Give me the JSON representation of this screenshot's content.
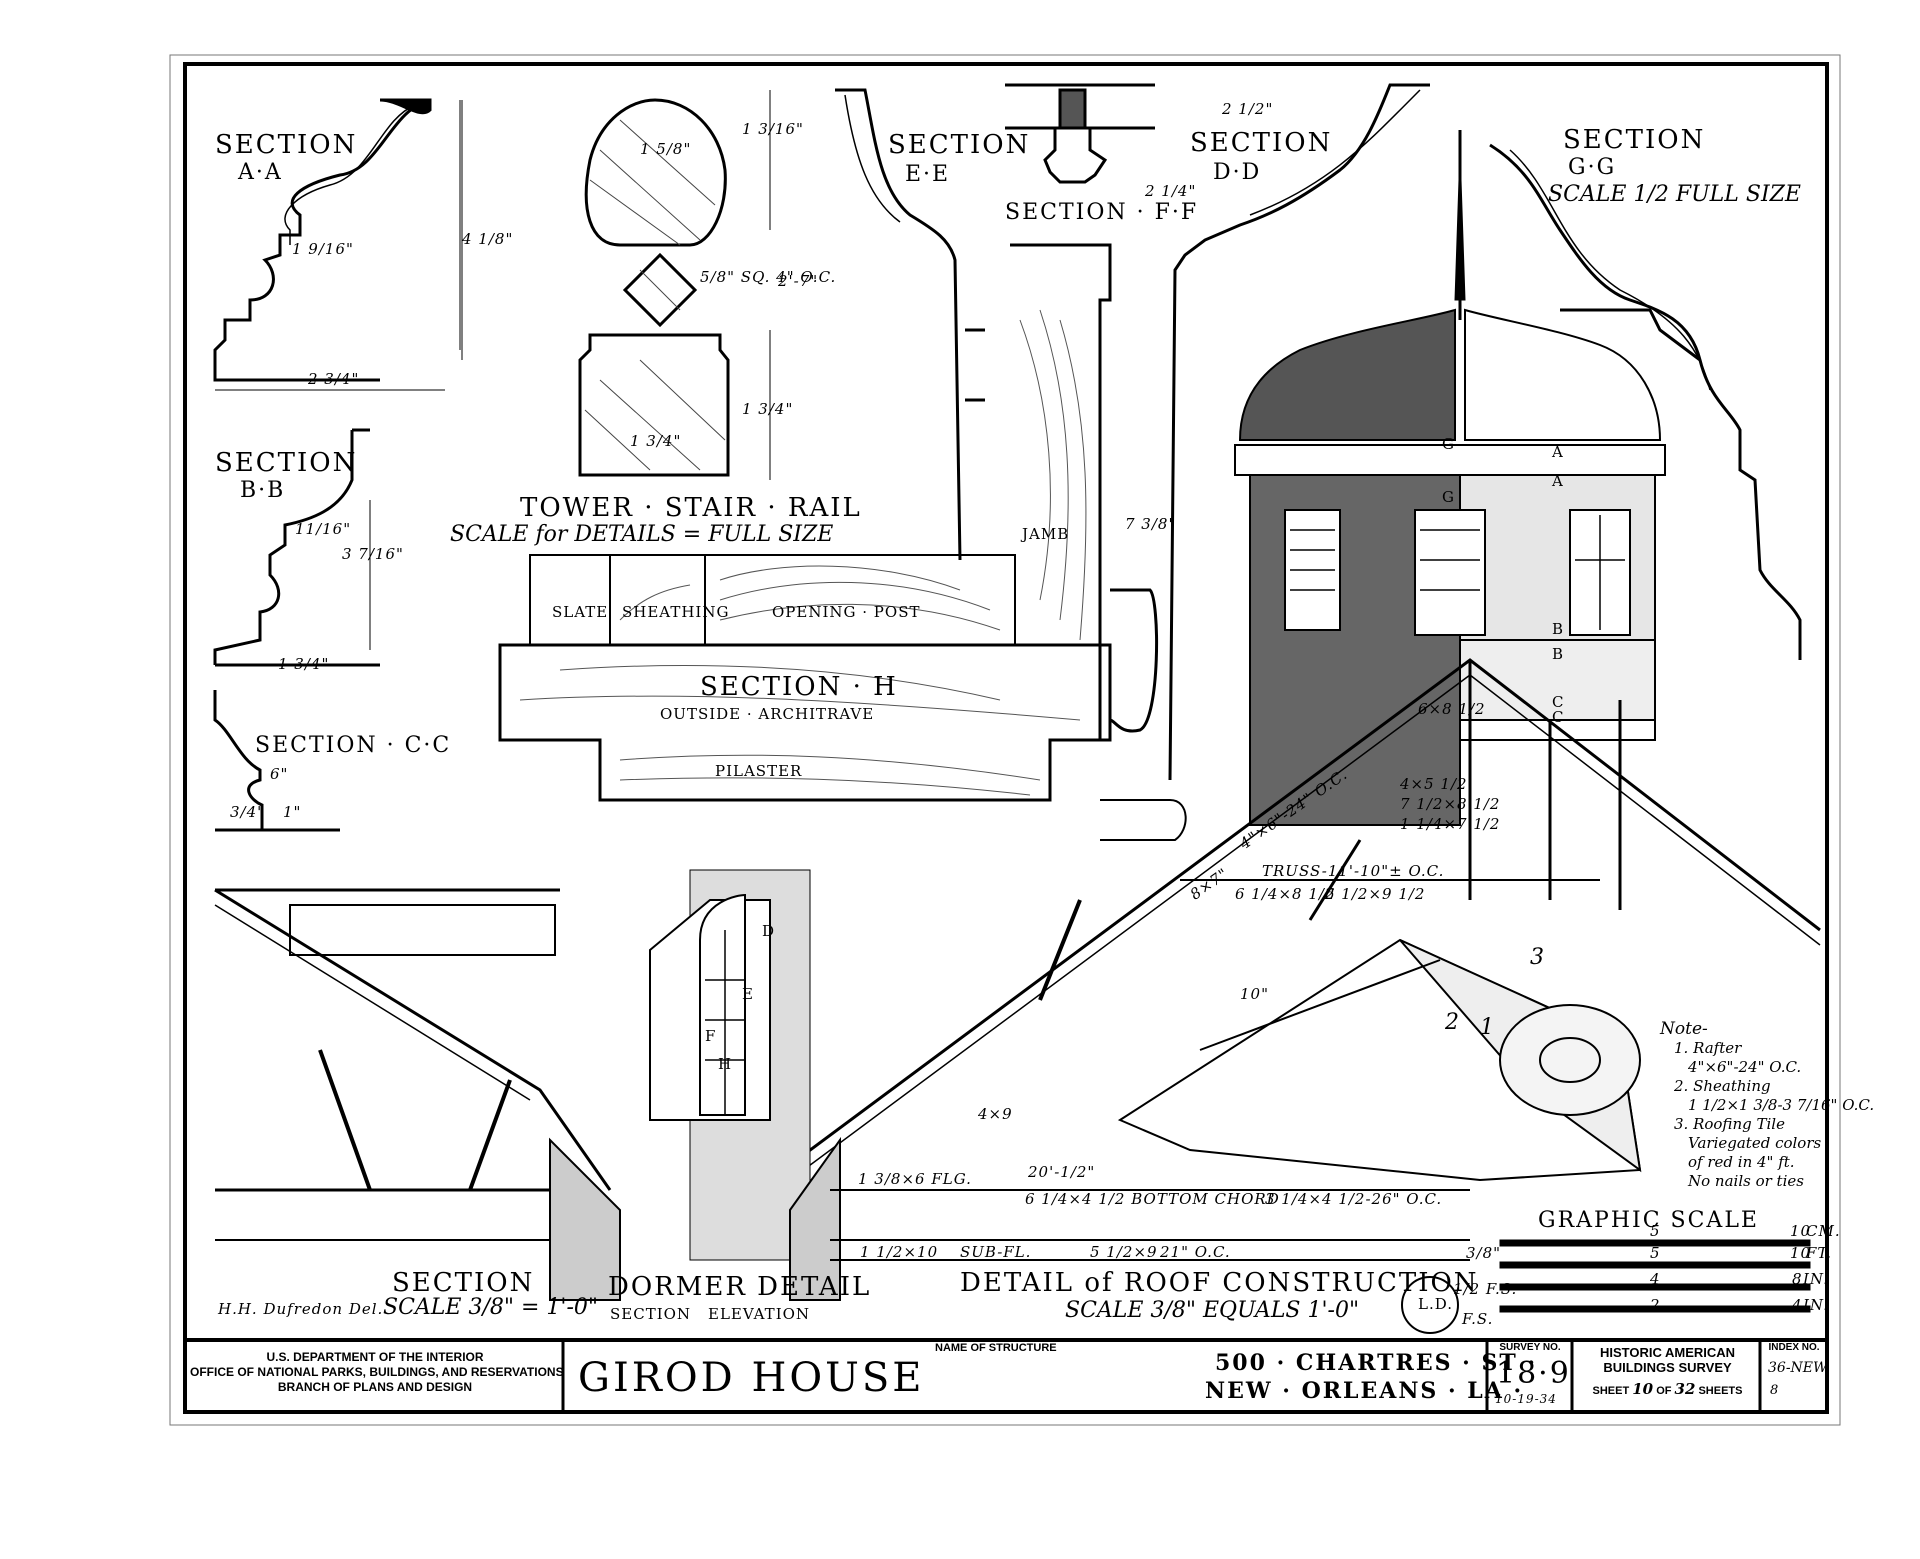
{
  "drawings": {
    "section_aa": {
      "title": "SECTION",
      "sub": "A·A",
      "dims": [
        "1 9/16\"",
        "4 1/8\"",
        "2 3/4\""
      ]
    },
    "section_bb": {
      "title": "SECTION",
      "sub": "B·B",
      "dims": [
        "11/16\"",
        "3 7/16\"",
        "1 3/4\""
      ]
    },
    "section_cc": {
      "title": "SECTION · C·C",
      "dims": [
        "6\"",
        "1\"",
        "3/4\""
      ]
    },
    "tower_rail": {
      "title": "TOWER · STAIR · RAIL",
      "scale": "SCALE for DETAILS = FULL SIZE",
      "dims": [
        "1 5/8\"",
        "1 3/16\"",
        "5/8\" SQ. 4\" O.C.",
        "2'-7\"",
        "1 3/4\"",
        "1 3/4\""
      ]
    },
    "section_ee": {
      "title": "SECTION",
      "sub": "E·E"
    },
    "section_ff": {
      "title": "SECTION · F·F"
    },
    "section_dd": {
      "title": "SECTION",
      "sub": "D·D",
      "dims": [
        "2 1/2\"",
        "2 1/4\"",
        "7 3/8\""
      ]
    },
    "section_gg": {
      "title": "SECTION",
      "sub": "G·G",
      "scale": "SCALE 1/2 FULL SIZE"
    },
    "section_h": {
      "title": "SECTION · H",
      "sub": "OUTSIDE · ARCHITRAVE",
      "labels": [
        "SLATE",
        "SHEATHING",
        "OPENING · POST",
        "PILASTER",
        "JAMB"
      ]
    },
    "tower_markers": [
      "G",
      "G",
      "A",
      "A",
      "B",
      "B",
      "C",
      "C"
    ],
    "roof_labels": [
      "6×8 1/2",
      "4×5 1/2",
      "7 1/2×8 1/2",
      "1 1/4×7 1/2",
      "4\"×6\"-24\" O.C.",
      "8×7\"",
      "TRUSS-11'-10\"± O.C.",
      "6 1/4×8 1/2",
      "6 1/2×9 1/2",
      "10\"",
      "4×9",
      "1 3/8×6 FLG.",
      "20'-1/2\"",
      "6 1/4×4 1/2 BOTTOM CHORD",
      "3 1/4×4 1/2-26\" O.C.",
      "1 1/2×10",
      "SUB-FL.",
      "5 1/2×9",
      "21\" O.C."
    ],
    "perspective_markers": [
      "3",
      "2",
      "1"
    ],
    "dormer_markers": [
      "D",
      "E",
      "F",
      "H"
    ],
    "section_caption": {
      "title": "SECTION",
      "scale": "SCALE 3/8\" = 1'-0\""
    },
    "dormer_caption": {
      "title": "DORMER DETAIL",
      "left": "SECTION",
      "right": "ELEVATION"
    },
    "roof_caption": {
      "title": "DETAIL of ROOF CONSTRUCTION",
      "scale": "SCALE 3/8\" EQUALS 1'-0\""
    },
    "delineator": "H.H. Dufredon Del.",
    "stamp": "L.D.",
    "note": {
      "title": "Note-",
      "lines": [
        "1. Rafter",
        "4\"×6\"-24\" O.C.",
        "2. Sheathing",
        "1 1/2×1 3/8-3 7/16\" O.C.",
        "3. Roofing Tile",
        "Variegated colors",
        "of red in 4\" ft.",
        "No nails or ties"
      ]
    },
    "graphic_scale": {
      "title": "GRAPHIC SCALE",
      "rows": [
        {
          "label": "",
          "mid": "5",
          "end": "10",
          "unit": "CM."
        },
        {
          "label": "3/8\"",
          "mid": "5",
          "end": "10",
          "unit": "FT."
        },
        {
          "label": "1/2 F.S.",
          "mid": "4",
          "end": "8",
          "unit": "IN."
        },
        {
          "label": "F.S.",
          "mid": "2",
          "end": "4",
          "unit": "IN."
        }
      ]
    }
  },
  "title_block": {
    "agency": [
      "U.S. DEPARTMENT OF THE INTERIOR",
      "OFFICE OF NATIONAL PARKS, BUILDINGS, AND RESERVATIONS",
      "BRANCH OF PLANS AND DESIGN"
    ],
    "name_label": "NAME OF STRUCTURE",
    "name": "GIROD HOUSE",
    "address": [
      "500 · CHARTRES · ST ·",
      "NEW · ORLEANS · LA ·"
    ],
    "survey_label": "SURVEY NO.",
    "survey_no": "18·9",
    "survey_date": "10-19-34",
    "program": [
      "HISTORIC AMERICAN",
      "BUILDINGS SURVEY"
    ],
    "sheet_label": "SHEET",
    "sheet_no": "10",
    "of_label": "OF",
    "sheet_total": "32",
    "sheets_label": "SHEETS",
    "index_label": "INDEX NO.",
    "index_no": "36-NEW",
    "index_sub": "8"
  }
}
